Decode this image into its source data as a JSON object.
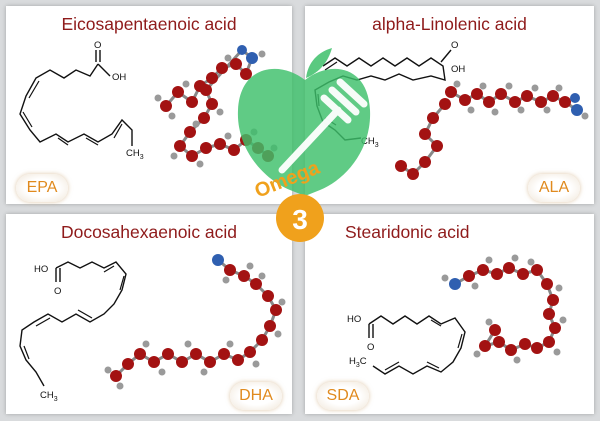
{
  "panels": {
    "epa": {
      "title": "Eicosapentaenoic acid",
      "abbr": "EPA"
    },
    "ala": {
      "title": "alpha-Linolenic acid",
      "abbr": "ALA"
    },
    "dha": {
      "title": "Docosahexaenoic acid",
      "abbr": "DHA"
    },
    "sda": {
      "title": "Stearidonic acid",
      "abbr": "SDA"
    }
  },
  "formula_labels": {
    "oh": "OH",
    "ho": "HO",
    "o": "O",
    "ch3": "CH",
    "ch3_sub": "3",
    "h3c_h": "H",
    "h3c_sub": "3",
    "h3c_c": "C"
  },
  "logo": {
    "word": "Omega",
    "number": "3"
  },
  "colors": {
    "title": "#8f1b1b",
    "abbr": "#e08a1e",
    "logo_green": "#3dbf6a",
    "logo_orange": "#f0a11c",
    "carbon": "#a31212",
    "hydrogen": "#9a9a9a",
    "oxygen": "#2f5fb0"
  }
}
